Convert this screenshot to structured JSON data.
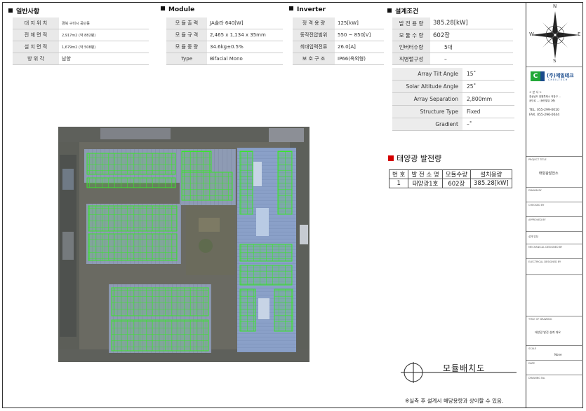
{
  "sections": {
    "general": "일반사항",
    "module": "Module",
    "inverter": "Inverter",
    "design": "설계조건"
  },
  "general": [
    {
      "k": "대 지 위 치",
      "v": "경북 구미시 공단동"
    },
    {
      "k": "전 체 면 적",
      "v": "2,917m2 (약 882평)"
    },
    {
      "k": "설 치 면 적",
      "v": "1,679m2 (약 508평)"
    },
    {
      "k": "방 위 각",
      "v": "남향"
    }
  ],
  "module": [
    {
      "k": "모 듈 출 력",
      "v": "JA솔라 640[W]"
    },
    {
      "k": "모 듈 규 격",
      "v": "2,465 x 1,134 x 35mm"
    },
    {
      "k": "모 듈 중 량",
      "v": "34.6kg±0.5%"
    },
    {
      "k": "Type",
      "v": "Bifacial Mono"
    }
  ],
  "inverter": [
    {
      "k": "정 격 용 량",
      "v": "125[kW]"
    },
    {
      "k": "동작전압범위",
      "v": "550 ~ 850[V]"
    },
    {
      "k": "최대입력전류",
      "v": "26.0[A]"
    },
    {
      "k": "보 호 구 조",
      "v": "IP66(옥외형)"
    }
  ],
  "design": [
    {
      "k": "발 전 용 량",
      "v": "385.28[kW]"
    },
    {
      "k": "모 듈 수 량",
      "v": "602장"
    },
    {
      "k": "인버터수량",
      "v": "5대"
    },
    {
      "k": "직병렬구성",
      "v": "–"
    }
  ],
  "design2": [
    {
      "k": "Array Tilt Angle",
      "v": "15˚"
    },
    {
      "k": "Solar Altitude Angle",
      "v": "25˚"
    },
    {
      "k": "Array Separation",
      "v": "2,800mm"
    },
    {
      "k": "Structure Type",
      "v": "Fixed"
    },
    {
      "k": "Gradient",
      "v": "–˚"
    }
  ],
  "generation": {
    "title": "태양광 발전량",
    "headers": [
      "번 호",
      "발 전 소 명",
      "모듈수량",
      "설치용량"
    ],
    "rows": [
      [
        "1",
        "태양광1호",
        "602장",
        "385.28[kW]"
      ]
    ]
  },
  "layout_title": "모듈배치도",
  "footnote": "※실측 후 설계시 해당용량과 상이할 수 있음.",
  "compass": {
    "n": "N",
    "s": "S",
    "e": "E",
    "w": "W"
  },
  "company": {
    "badge": "(주)제일테크",
    "sub": "CHEILTECH",
    "hq_label": "< 본 사 >",
    "addr1": "경상남도 창원특례시 의창구 ...",
    "addr2": "공단로 ... (동인빌딩 2층)",
    "tel": "TEL. 055-299-0010",
    "fax": "FAX. 055-296-0044"
  },
  "titleblock": {
    "project_lbl": "PROJECT TITLE",
    "project_val": "태양광발전소",
    "drawn_lbl": "DRAWN BY",
    "checked_lbl": "CHECKED BY",
    "approved_lbl": "APPROVED BY",
    "designer_lbl": "설계 담당",
    "mech_lbl": "MECHANICAL DESIGNED BY",
    "elec_lbl": "ELECTRICAL DESIGNED BY",
    "scale_lbl": "SCALE",
    "scale_val": "None",
    "date_lbl": "DATE",
    "drawing_title_lbl": "TITLE OF DRAWING",
    "drawing_title_val": "태양광 발전 설계 개요",
    "drawing_no_lbl": "DRAWING No."
  }
}
